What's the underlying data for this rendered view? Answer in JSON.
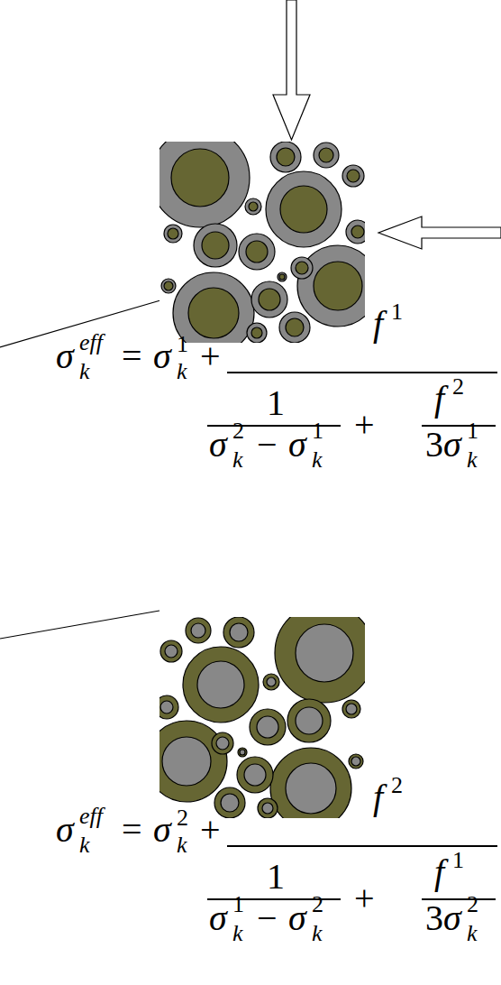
{
  "diagram": {
    "labels": [
      "σ",
      "eff",
      "k",
      "=",
      "σ",
      "1",
      "k",
      "+",
      "f",
      "1",
      "1",
      "σ",
      "2",
      "k",
      "−",
      "σ",
      "1",
      "k",
      "+",
      "f",
      "2",
      "3",
      "σ",
      "1",
      "k",
      "σ",
      "eff",
      "k",
      "=",
      "σ",
      "2",
      "k",
      "+",
      "f",
      "2",
      "1",
      "σ",
      "1",
      "k",
      "−",
      "σ",
      "2",
      "k",
      "+",
      "f",
      "1",
      "3",
      "σ",
      "2",
      "k"
    ]
  }
}
